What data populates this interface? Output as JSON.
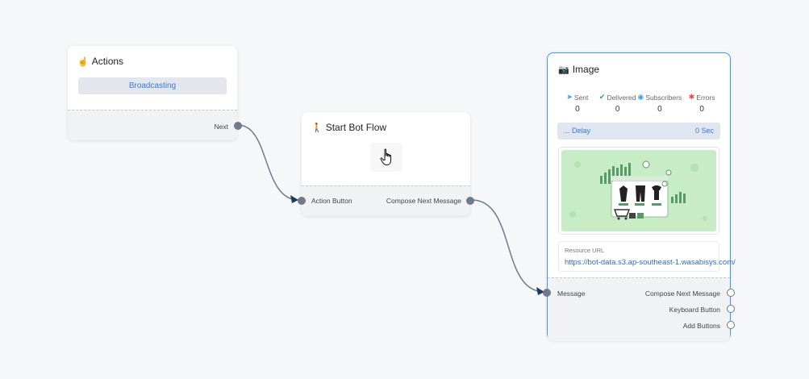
{
  "actions_node": {
    "title": "Actions",
    "title_icon": "hand-pointer-icon",
    "button_label": "Broadcasting",
    "output_label": "Next"
  },
  "start_node": {
    "title": "Start Bot Flow",
    "title_icon": "walking-person-icon",
    "input_label": "Action Button",
    "output_label": "Compose Next Message"
  },
  "image_node": {
    "title": "Image",
    "title_icon": "camera-icon",
    "stats": [
      {
        "label": "Sent",
        "value": "0",
        "icon": "paper-plane-icon"
      },
      {
        "label": "Delivered",
        "value": "0",
        "icon": "check-circle-icon"
      },
      {
        "label": "Subscribers",
        "value": "0",
        "icon": "user-circle-icon"
      },
      {
        "label": "Errors",
        "value": "0",
        "icon": "bug-icon"
      }
    ],
    "delay_label": "... Delay",
    "delay_value": "0 Sec",
    "resource_label": "Resource URL",
    "resource_url": "https://bot-data.s3.ap-southeast-1.wasabisys.com/",
    "input_label": "Message",
    "outputs": [
      "Compose Next Message",
      "Keyboard Button",
      "Add Buttons"
    ]
  },
  "colors": {
    "accent": "#3d9be9",
    "edge": "#6f7a8b",
    "link": "#3a7bd5",
    "image_bg": "#c8ecc6"
  }
}
